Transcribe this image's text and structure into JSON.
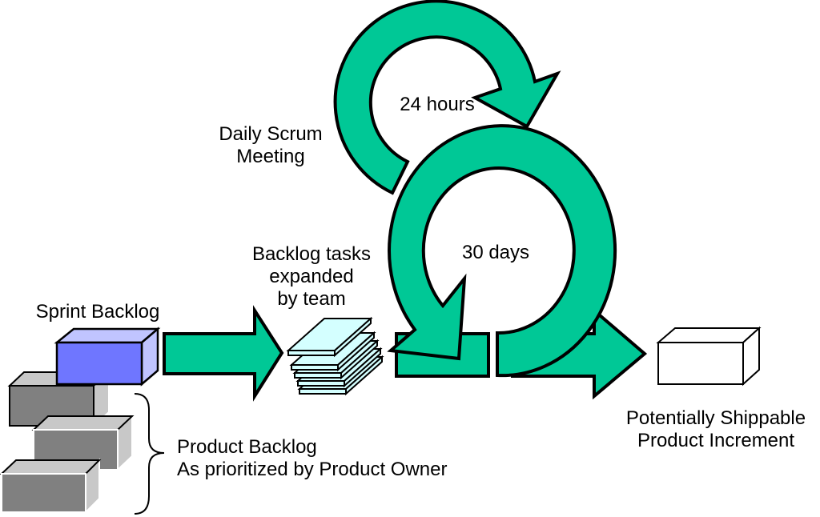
{
  "labels": {
    "daily_scrum": [
      "Daily Scrum",
      "Meeting"
    ],
    "daily_cycle": "24 hours",
    "sprint_cycle": "30 days",
    "backlog_tasks": [
      "Backlog tasks",
      "expanded",
      "by team"
    ],
    "sprint_backlog": "Sprint Backlog",
    "product_backlog": [
      "Product Backlog",
      "As prioritized by Product Owner"
    ],
    "increment": [
      "Potentially Shippable",
      "Product Increment"
    ]
  },
  "colors": {
    "arrow": "#00c896",
    "sprint_backlog_front": "#6f76ff",
    "sprint_backlog_side": "#c0c4ff",
    "product_backlog_front": "#808080",
    "product_backlog_side": "#c8c8c8",
    "task_sheet": "#d4ffff",
    "increment_box": "#ffffff"
  }
}
